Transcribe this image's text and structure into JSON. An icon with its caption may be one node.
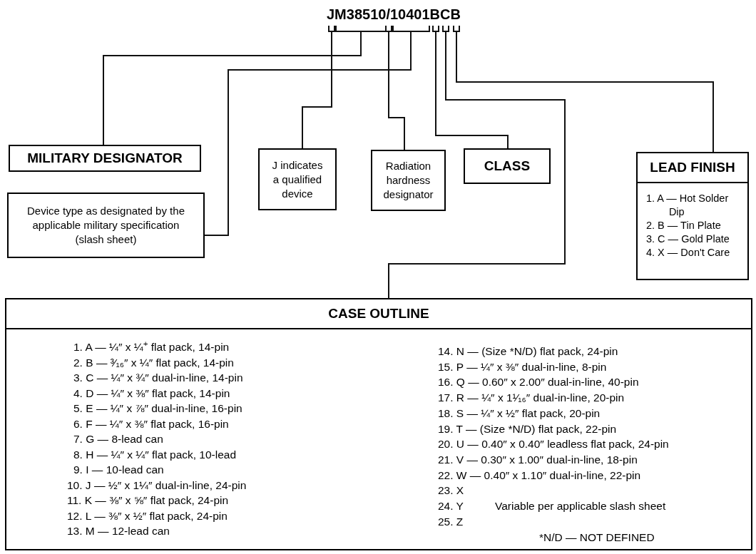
{
  "diagram": {
    "nodes": [
      {
        "text": [
          "JM38510/10401BCB"
        ]
      },
      {
        "text": [
          "MILITARY DESIGNATOR"
        ]
      },
      {
        "text": [
          "J indicates a qualified device"
        ]
      },
      {
        "text": [
          "Radiation hardness designator"
        ]
      },
      {
        "text": [
          "CLASS"
        ]
      },
      {
        "text": [
          "LEAD FINISH",
          "1. A — Hot Solder Dip",
          "2. B — Tin Plate",
          "3. C — Gold Plate",
          "4. X — Don't Care"
        ]
      },
      {
        "text": [
          "Device type as designated by the applicable military specification (slash sheet)"
        ]
      },
      {
        "text": [
          "CASE OUTLINE",
          "1. A — ¼″ x ¼$^{+}$ flat pack, 14-pin",
          "2. B — ³⁄₁₆″ x ¼″ flat pack, 14-pin",
          "3. C — ¼″ x ¾″ dual-in-line, 14-pin",
          "4. D — ¼″ x ⅜″ flat pack, 14-pin",
          "5. E — ¼″ x ⅞″ dual-in-line, 16-pin",
          "6. F — ¼″ x ⅜″ flat pack, 16-pin",
          "7. G — 8-lead can",
          "8. H — ¼″ x ¼″ flat pack, 10-lead",
          "9. I — 10-lead can",
          "10. J — ½″ x 1¼″ dual-in-line, 24-pin",
          "11. K — ⅜″ x ⅝″ flat pack, 24-pin",
          "12. L — ⅜″ x ½″ flat pack, 24-pin",
          "13. M — 12-lead can",
          "14. N — (Size *N/D) flat pack, 24-pin",
          "15. P — ¼″ x ⅜″ dual-in-line, 8-pin",
          "16. Q — 0.60″ x 2.00″ dual-in-line, 40-pin",
          "17. R — ¼″ x 1¹⁄₁₆″ dual-in-line, 20-pin",
          "18. S — ¼″ x ½″ flat pack, 20-pin",
          "19. T — (Size *N/D) flat pack, 22-pin",
          "20. U — 0.40″ x 0.40″ leadless flat pack, 24-pin",
          "21. V — 0.30″ x 1.00″ dual-in-line, 18-pin",
          "22. W — 0.40″ x 1.10″ dual-in-line, 22-pin",
          "23. X",
          "24. Y",
          "25. Z",
          "Variable per applicable slash sheet",
          "*N/D — NOT DEFINED"
        ]
      }
    ],
    "edges": [
      {
        "from": 0,
        "to": 1,
        "arrow": "none"
      },
      {
        "from": 0,
        "to": 6,
        "arrow": "none"
      },
      {
        "from": 0,
        "to": 2,
        "arrow": "none"
      },
      {
        "from": 0,
        "to": 3,
        "arrow": "none"
      },
      {
        "from": 0,
        "to": 4,
        "arrow": "none"
      },
      {
        "from": 0,
        "to": 7,
        "arrow": "none"
      },
      {
        "from": 0,
        "to": 5,
        "arrow": "none"
      }
    ]
  }
}
